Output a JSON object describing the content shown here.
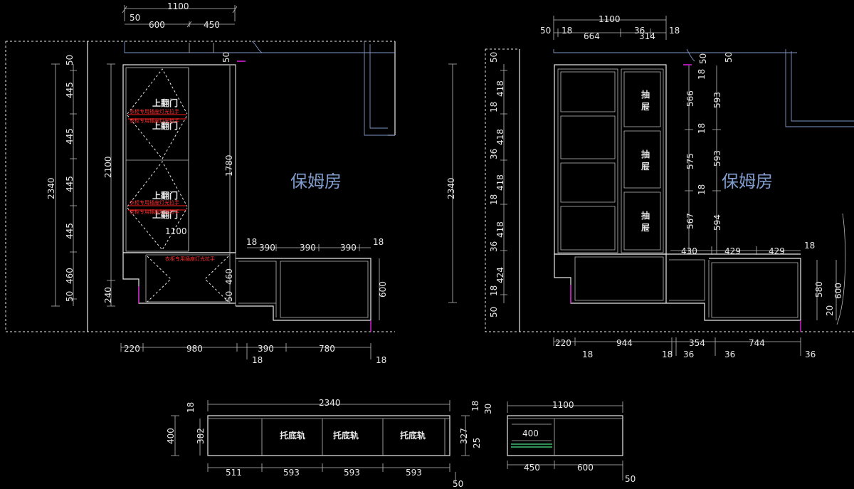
{
  "room_label": "保姆房",
  "labels": {
    "flap_door": "上翻门",
    "drawer_a": "抽",
    "drawer_b": "屉",
    "slide": "托底轨",
    "red_note": "衣柜专用插座灯光拉手"
  },
  "left_elevation": {
    "top_dims": [
      "1100",
      "50",
      "600",
      "450"
    ],
    "outer_left": "2340",
    "stack": [
      "50",
      "445",
      "445",
      "445",
      "445",
      "460",
      "50"
    ],
    "inner_left": [
      "2100",
      "240"
    ],
    "right_col": [
      "50",
      "1780",
      "460",
      "50"
    ],
    "mid_width": "1100",
    "low_cab_top": [
      "18",
      "390",
      "390",
      "390",
      "18"
    ],
    "low_cab_height": "600",
    "bottom_dims": [
      "220",
      "980",
      "390",
      "780",
      "18",
      "18"
    ]
  },
  "right_elevation": {
    "top_dims": [
      "1100",
      "50",
      "18",
      "664",
      "36",
      "314",
      "18"
    ],
    "outer_left": "2340",
    "stack": [
      "50",
      "418",
      "18",
      "418",
      "36",
      "418",
      "18",
      "418",
      "36",
      "424",
      "18",
      "50"
    ],
    "drawer_col": [
      "50",
      "18",
      "566",
      "18",
      "575",
      "18",
      "567"
    ],
    "right_col": [
      "50",
      "593",
      "593",
      "594"
    ],
    "low_top": [
      "430",
      "429",
      "429",
      "18"
    ],
    "low_right": [
      "580",
      "20",
      "600"
    ],
    "bottom_dims": [
      "220",
      "944",
      "354",
      "744",
      "18",
      "18",
      "36",
      "36",
      "36"
    ]
  },
  "plan_long": {
    "width": "2340",
    "left": [
      "400",
      "18",
      "382"
    ],
    "right": [
      "18",
      "30",
      "327",
      "25"
    ],
    "bottom": [
      "511",
      "593",
      "593",
      "593"
    ],
    "bottom_extra": "50"
  },
  "plan_short": {
    "width": "1100",
    "inner": "400",
    "bottom": [
      "450",
      "600"
    ],
    "bottom_extra": "50"
  }
}
